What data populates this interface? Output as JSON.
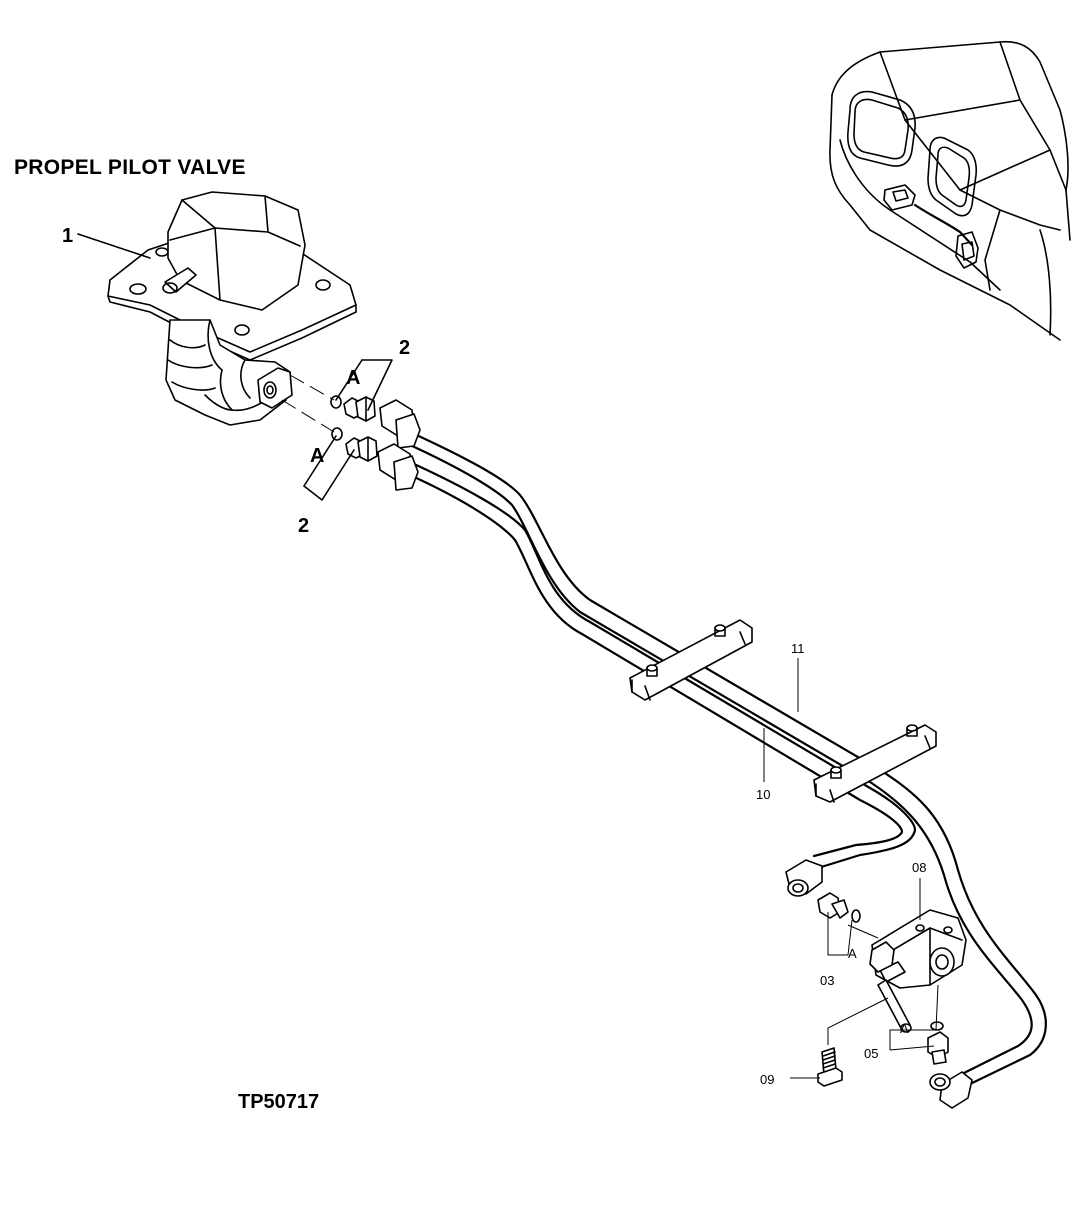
{
  "title": "PROPEL PILOT VALVE",
  "figure_code": "TP50717",
  "callouts": {
    "part_1": "1",
    "part_2_upper": "2",
    "part_2_lower": "2",
    "a_upper": "A",
    "a_lower": "A",
    "part_11": "11",
    "part_10": "10",
    "part_08": "08",
    "part_03": "03",
    "a_03": "A",
    "part_05": "05",
    "a_05": "A",
    "part_09": "09"
  }
}
